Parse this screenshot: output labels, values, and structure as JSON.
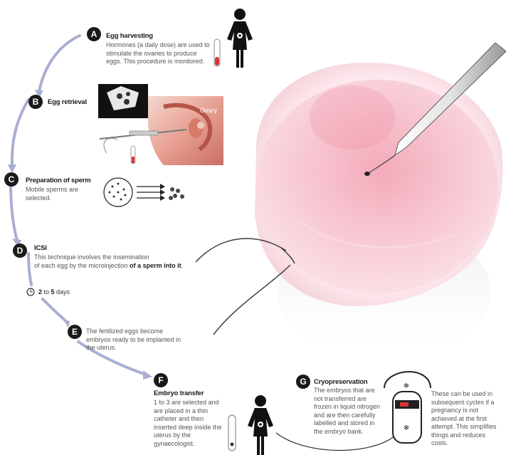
{
  "steps": {
    "a": {
      "letter": "A",
      "title": "Egg harvesting",
      "text": "Hormones (a daily dose) are used to stimulate the ovaries to produce eggs. This procedure is monitored."
    },
    "b": {
      "letter": "B",
      "title": "Egg retrieval",
      "ovary_label": "Ovary"
    },
    "c": {
      "letter": "C",
      "title": "Preparation of sperm",
      "text": "Mobile sperms are selected."
    },
    "d": {
      "letter": "D",
      "title": "ICSI",
      "text_line1": "This technique involves the insemination",
      "text_line2_pre": "of each egg by the microinjection ",
      "text_line2_bold": "of a sperm into it",
      "text_line2_post": "."
    },
    "duration": {
      "pre": "2",
      "mid": " to ",
      "num2": "5",
      "post": " days"
    },
    "e": {
      "letter": "E",
      "text": "The fertilized eggs become embryos ready to be implanted in the uterus."
    },
    "f": {
      "letter": "F",
      "title": "Embryo transfer",
      "text": "1 to 3 are selected and are placed in a thin catheter and then inserted deep inside the uterus by the gynaecologist."
    },
    "g": {
      "letter": "G",
      "title": "Cryopreservation",
      "text": "The embryos that are not transferred are frozen in liquid nitrogen and are then carefully labelled and stored in the embryo bank."
    },
    "side_note": "These can be used in subsequent cycles if a pregnancy is not achieved at the first attempt. This simplifies things and reduces costs."
  },
  "colors": {
    "arrow": "#a9aed3",
    "badge": "#1a1a1a",
    "egg": "#f6c7d0",
    "text": "#555555"
  }
}
